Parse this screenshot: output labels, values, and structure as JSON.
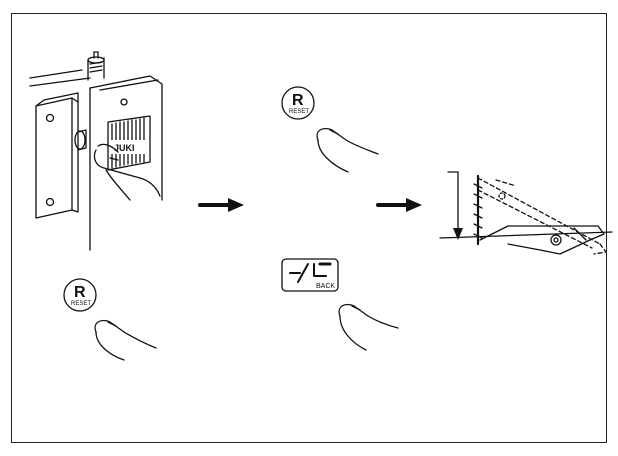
{
  "buttons": {
    "reset_letter": "R",
    "reset_caption": "RESET",
    "back_caption": "BACK"
  },
  "machine": {
    "brand_logo": "JUKI"
  },
  "icons": {
    "reset_button": "reset-button-icon",
    "back_button": "back-tack-button-icon",
    "arrow": "right-arrow-icon",
    "finger": "finger-icon"
  }
}
